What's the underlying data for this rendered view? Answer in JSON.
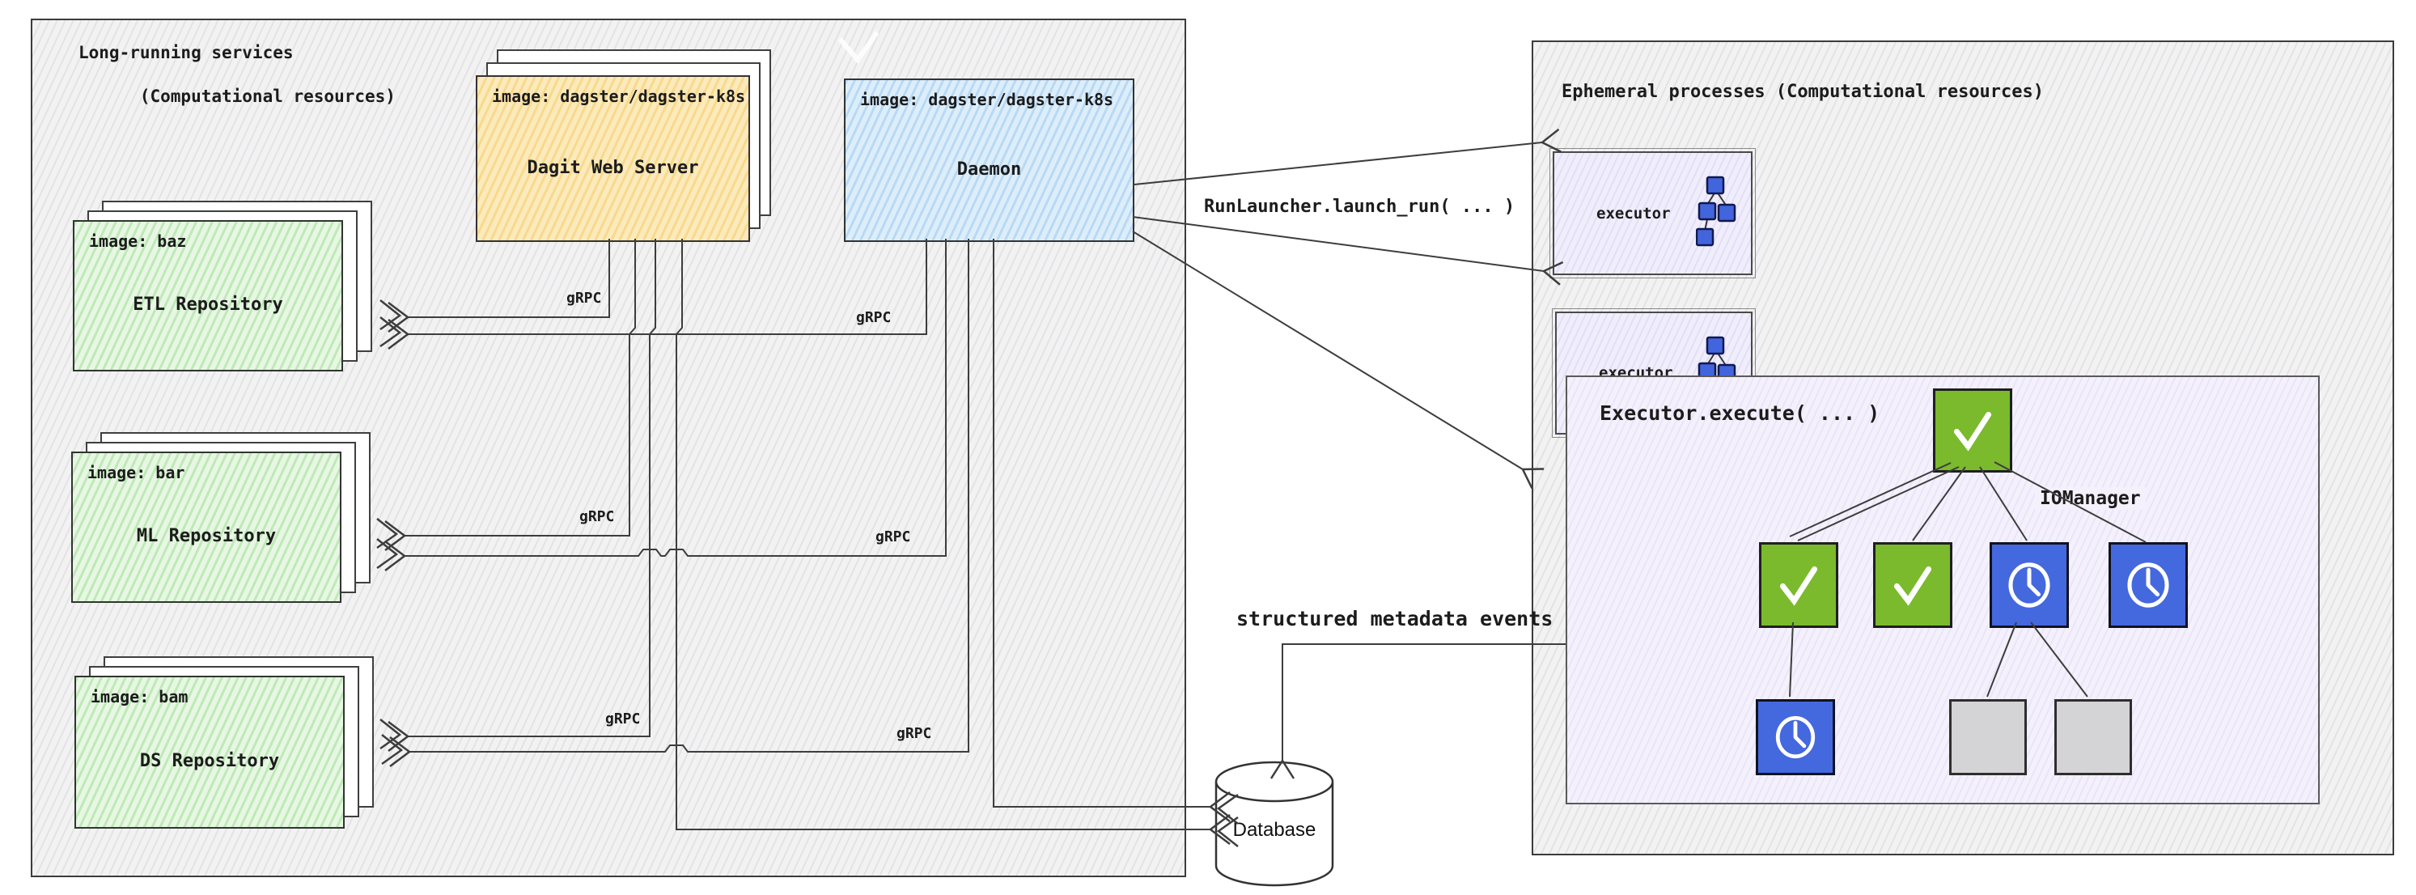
{
  "left_panel": {
    "title_line1": "Long-running services",
    "title_line2": "(Computational resources)"
  },
  "right_panel": {
    "title": "Ephemeral processes (Computational resources)"
  },
  "dagit": {
    "header": "image: dagster/dagster-k8s",
    "label": "Dagit Web Server"
  },
  "daemon": {
    "header": "image: dagster/dagster-k8s",
    "label": "Daemon"
  },
  "repos": [
    {
      "header": "image: baz",
      "label": "ETL Repository"
    },
    {
      "header": "image: bar",
      "label": "ML Repository"
    },
    {
      "header": "image: bam",
      "label": "DS Repository"
    }
  ],
  "executors": [
    {
      "label": "executor"
    },
    {
      "label": "executor"
    }
  ],
  "execute_box": {
    "title": "Executor.execute( ... )",
    "iomanager_label": "IOManager"
  },
  "labels": {
    "grpc": "gRPC",
    "run_launcher": "RunLauncher.launch_run( ... )",
    "metadata_events": "structured metadata events"
  },
  "database": {
    "label": "Database"
  },
  "execute_tree": {
    "root": "success-check",
    "row2": [
      "success-check",
      "success-check",
      "pending-clock",
      "pending-clock"
    ],
    "row3": [
      "pending-clock",
      "skipped-gray",
      "skipped-gray"
    ],
    "edges": [
      "root-g1",
      "root-g2",
      "root-b1",
      "root-b2(IOManager)",
      "g1-c3",
      "b1-gray1",
      "b1-gray2"
    ]
  },
  "connections": [
    {
      "from": "Dagit Web Server",
      "to": "ETL Repository",
      "label": "gRPC"
    },
    {
      "from": "Daemon",
      "to": "ETL Repository",
      "label": "gRPC"
    },
    {
      "from": "Dagit Web Server",
      "to": "ML Repository",
      "label": "gRPC"
    },
    {
      "from": "Daemon",
      "to": "ML Repository",
      "label": "gRPC"
    },
    {
      "from": "Dagit Web Server",
      "to": "DS Repository",
      "label": "gRPC"
    },
    {
      "from": "Daemon",
      "to": "DS Repository",
      "label": "gRPC"
    },
    {
      "from": "Daemon",
      "to": "executor",
      "label": "RunLauncher.launch_run( ... )"
    },
    {
      "from": "Daemon",
      "to": "Executor.execute( ... )",
      "label": ""
    },
    {
      "from": "Dagit Web Server",
      "to": "Database",
      "label": ""
    },
    {
      "from": "Daemon",
      "to": "Database",
      "label": ""
    },
    {
      "from": "Executor.execute( ... )",
      "to": "Database",
      "label": "structured metadata events"
    }
  ],
  "colors": {
    "dagit_fill": "#fbeabb",
    "daemon_fill": "#ddeefb",
    "repo_fill": "#e7f7e3",
    "executor_fill": "#f1eefb",
    "execute_box_fill": "#f4f1fc",
    "node_success": "#7aba2c",
    "node_pending": "#4468de",
    "node_skipped": "#d4d4d6",
    "line": "#3d3d3d"
  }
}
